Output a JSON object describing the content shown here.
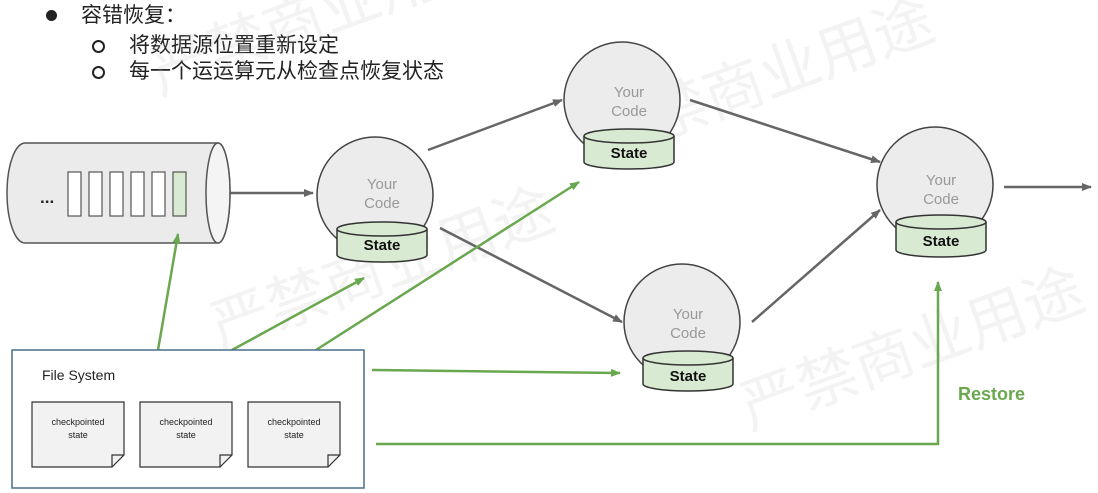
{
  "bullets": {
    "main": "容错恢复：",
    "sub": [
      "将数据源位置重新设定",
      "每一个运运算元从检查点恢复状态"
    ]
  },
  "source": {
    "ellipsis": "..."
  },
  "operators": [
    {
      "name": "Your",
      "name2": "Code",
      "state": "State"
    },
    {
      "name": "Your",
      "name2": "Code",
      "state": "State"
    },
    {
      "name": "Your",
      "name2": "Code",
      "state": "State"
    },
    {
      "name": "Your",
      "name2": "Code",
      "state": "State"
    }
  ],
  "file_system": {
    "title": "File System",
    "files": [
      {
        "line1": "checkpointed",
        "line2": "state"
      },
      {
        "line1": "checkpointed",
        "line2": "state"
      },
      {
        "line1": "checkpointed",
        "line2": "state"
      }
    ]
  },
  "restore_label": "Restore",
  "watermark": "严禁商业用途",
  "colors": {
    "green": "#6aa84f",
    "gray_arrow": "#666666",
    "state_fill": "#d9ead3"
  }
}
